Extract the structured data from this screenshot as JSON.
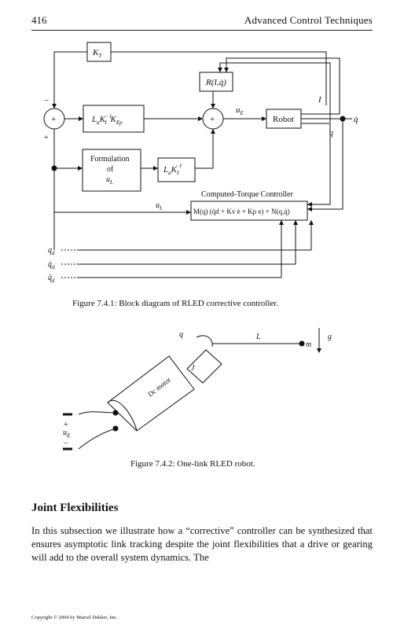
{
  "header": {
    "page_number": "416",
    "running_title": "Advanced Control Techniques"
  },
  "figure1": {
    "caption": "Figure 7.4.1: Block diagram of RLED corrective controller.",
    "blocks": {
      "kt": "K",
      "kt_sub": "T",
      "gain": "L",
      "gain_a": "a",
      "gain_k": "K",
      "gain_inv": "−1",
      "gain_i": "I",
      "gain_kep": "K",
      "gain_ep": "Ep",
      "r_label": "R(I,q̇)",
      "robot": "Robot",
      "form1": "Formulation",
      "form2": "of",
      "form3": "u",
      "form3_sub": "L",
      "inv": "L",
      "inv_a": "a",
      "inv_k": "K",
      "inv_i": "I",
      "inv_exp": "−1",
      "ctc_title": "Computed-Torque Controller",
      "ctc_eq": "M(q) (q̈d + Kv ė + Kp e) + N(q,q̇)"
    },
    "labels": {
      "sum1": "+",
      "sum2": "+",
      "minus": "−",
      "plus": "+",
      "ue": "u",
      "ue_sub": "E",
      "ul": "u",
      "ul_sub": "L",
      "i": "I",
      "q": "q",
      "qdot": "q̇",
      "qd": "q",
      "qd_sub": "d",
      "qdd": "q̇",
      "qddd": "q̈"
    }
  },
  "figure2": {
    "caption": "Figure 7.4.2: One-link RLED robot.",
    "labels": {
      "q": "q",
      "l": "L",
      "m": "m",
      "g": "g",
      "j": "J",
      "motor": "Dc motor",
      "plus": "+",
      "minus": "−",
      "ue": "u",
      "ue_sub": "E"
    }
  },
  "section_title": "Joint Flexibilities",
  "paragraph": "In this subsection we illustrate how a “corrective” controller can be synthesized that ensures asymptotic link tracking despite the joint flexibilities that a drive or gearing will add to the overall system dynamics. The",
  "copyright": "Copyright © 2004 by Marcel Dekker, Inc."
}
